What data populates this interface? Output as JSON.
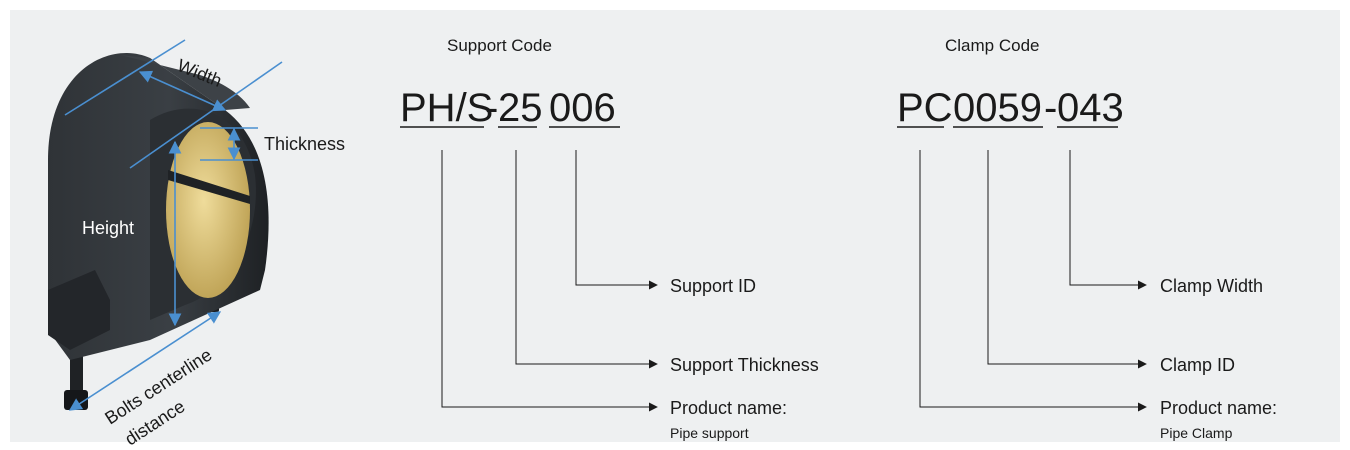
{
  "dimensions": {
    "width": "Width",
    "thickness": "Thickness",
    "height": "Height",
    "bolts_line1": "Bolts centerline",
    "bolts_line2": "distance"
  },
  "support_code": {
    "title": "Support Code",
    "parts": [
      "PH/S",
      "-",
      "25",
      "006"
    ],
    "callouts": [
      {
        "label": "Support ID",
        "sub": ""
      },
      {
        "label": "Support Thickness",
        "sub": ""
      },
      {
        "label": "Product name:",
        "sub": "Pipe support"
      }
    ]
  },
  "clamp_code": {
    "title": "Clamp Code",
    "parts": [
      "PC",
      "0059",
      "-",
      "043"
    ],
    "callouts": [
      {
        "label": "Clamp Width",
        "sub": ""
      },
      {
        "label": "Clamp ID",
        "sub": ""
      },
      {
        "label": "Product name:",
        "sub": "Pipe Clamp"
      }
    ]
  },
  "colors": {
    "background_panel": "#eef0f1",
    "dimension_line": "#4a8fd0",
    "product_body": "#26292d",
    "pipe_insert": "#d8c07a"
  }
}
